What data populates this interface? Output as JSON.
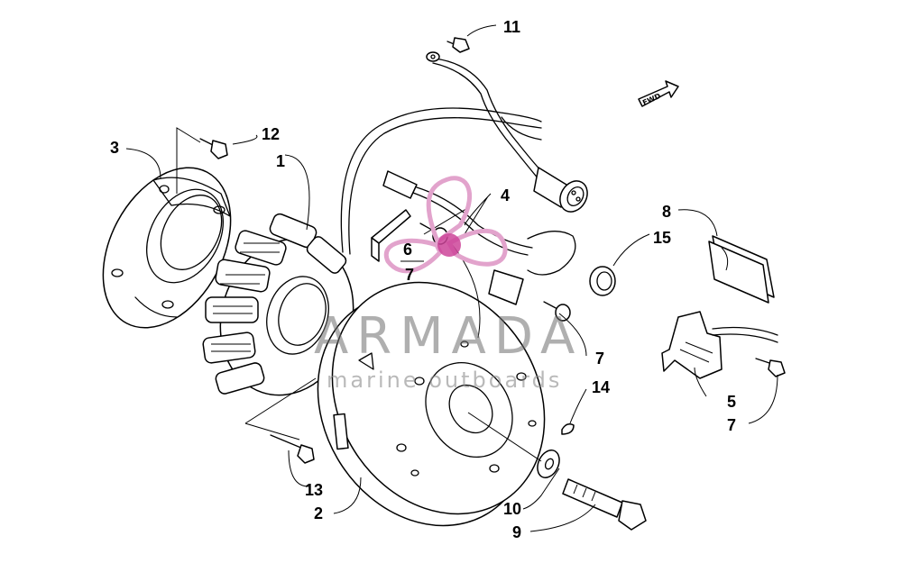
{
  "parts": [
    {
      "id": "1",
      "label": "1"
    },
    {
      "id": "2",
      "label": "2"
    },
    {
      "id": "3",
      "label": "3"
    },
    {
      "id": "4",
      "label": "4"
    },
    {
      "id": "5",
      "label": "5"
    },
    {
      "id": "6",
      "label": "6"
    },
    {
      "id": "7a",
      "label": "7"
    },
    {
      "id": "7b",
      "label": "7"
    },
    {
      "id": "7c",
      "label": "7"
    },
    {
      "id": "8",
      "label": "8"
    },
    {
      "id": "9",
      "label": "9"
    },
    {
      "id": "10",
      "label": "10"
    },
    {
      "id": "11",
      "label": "11"
    },
    {
      "id": "12",
      "label": "12"
    },
    {
      "id": "13",
      "label": "13"
    },
    {
      "id": "14",
      "label": "14"
    },
    {
      "id": "15",
      "label": "15"
    }
  ],
  "direction_marker": "FWD",
  "watermark": {
    "brand": "ARMADA",
    "tagline": "marine outboards",
    "colors": {
      "logo_pink": "#e2a3cc",
      "logo_dark": "#cc4499",
      "text_gray": "#777777"
    }
  }
}
